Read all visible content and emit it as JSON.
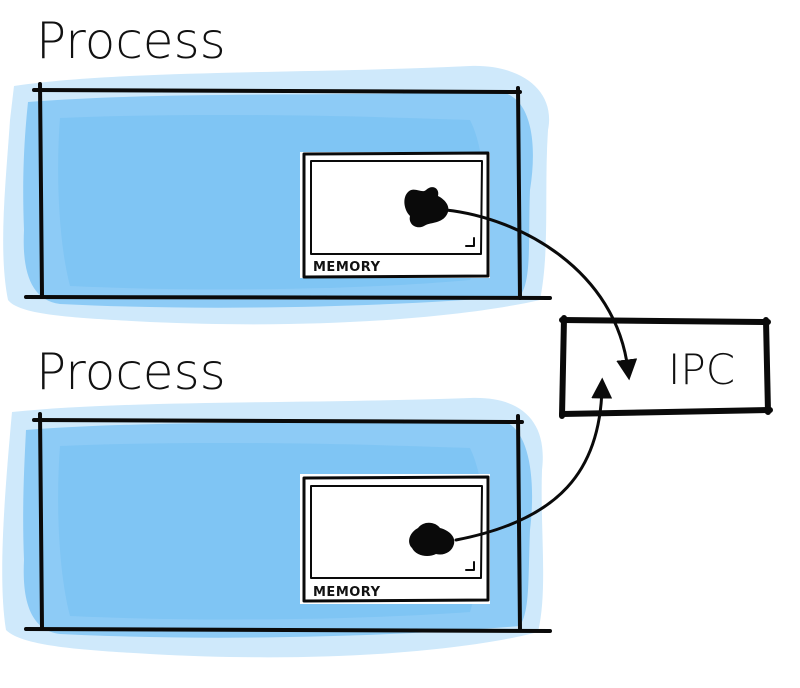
{
  "processes": [
    {
      "title": "Process",
      "memory_label": "MEMORY"
    },
    {
      "title": "Process",
      "memory_label": "MEMORY"
    }
  ],
  "ipc": {
    "label": "IPC"
  },
  "colors": {
    "process_fill_light": "#cfe9fb",
    "process_fill": "#8dcbf6",
    "process_fill_dark": "#6fbcf2",
    "ink": "#0a0a0a",
    "memory_fill": "#ffffff"
  }
}
